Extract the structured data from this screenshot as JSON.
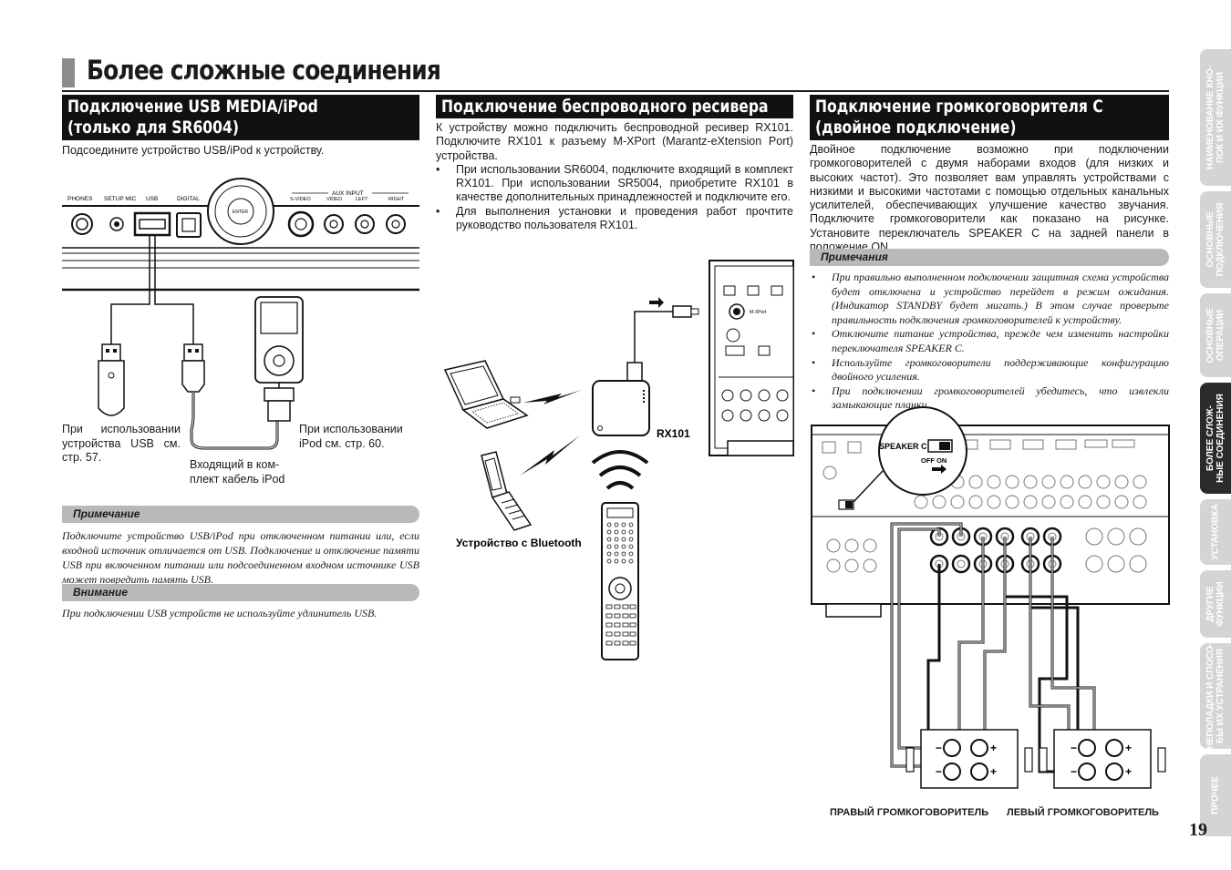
{
  "page": {
    "title": "Более сложные соединения",
    "page_number": "19"
  },
  "usb": {
    "heading_line1": "Подключение USB MEDIA/iPod",
    "heading_line2": "(только для SR6004)",
    "intro": "Подсоедините устройство USB/iPod к устройству.",
    "panel_labels": [
      "PHONES",
      "SETUP MIC",
      "USB",
      "DIGITAL",
      "AUX INPUT",
      "S-VIDEO",
      "VIDEO",
      "LEFT",
      "RIGHT",
      "ENTER"
    ],
    "label_usb_line1": "При использовании",
    "label_usb_line2": "устройства USB см.",
    "label_usb_line3": "стр. 57.",
    "label_ipod_line1": "При использовании",
    "label_ipod_line2": "iPod см. стр. 60.",
    "label_cable_line1": "Входящий в ком-",
    "label_cable_line2": "плект кабель iPod",
    "note_title": "Примечание",
    "note_text": "Подключите устройство USB/iPod при отключенном питании или, если входной источник отличается от USB. Подключение и отключение памяти USB при включенном питании или подсоединенном входном источнике USB может повредить память USB.",
    "caution_title": "Внимание",
    "caution_text": "При подключении USB устройств не используйте удлинитель USB."
  },
  "wireless": {
    "heading": "Подключение беспроводного ресивера",
    "intro": "К устройству можно подключить беспроводной ресивер RX101. Подключите RX101 к разъему M-XPort (Marantz-eXtension Port) устройства.",
    "bullets": [
      "При использовании SR6004, подключите входящий в комплект RX101. При использовании SR5004, приобретите RX101 в качестве дополнительных принадлежностей и подключите его.",
      "Для выполнения установки и проведения работ прочтите руководство пользователя RX101."
    ],
    "rx101_label": "RX101",
    "bluetooth_label": "Устройство с Bluetooth",
    "port_label": "M-XPort"
  },
  "speaker_c": {
    "heading_line1": "Подключение громкоговорителя C",
    "heading_line2": "(двойное подключение)",
    "intro": "Двойное подключение возможно при подключении громкоговорителей с двумя наборами входов (для низких и высоких частот). Это позволяет вам управлять устройствами с низкими и высокими частотами с помощью отдельных канальных усилителей, обеспечивающих улучшение качество звучания. Подключите громкоговорители как показано на рисунке. Установите переключатель SPEAKER C на задней панели в положение ON.",
    "notes_title": "Примечания",
    "notes": [
      "При правильно выполненном подключении защитная схема устройства будет отключена и устройство перейдет в режим ожидания. (Индикатор STANDBY будет мигать.) В этом случае проверьте правильность подключения громкоговорителей к устройству.",
      "Отключите питание устройства, прежде чем изменить настройки переключателя SPEAKER C.",
      "Используйте громкоговорители поддерживающие конфигурацию двойного усиления.",
      "При подключении громкоговорителей убедитесь, что извлекли замыкающие планки."
    ],
    "switch_label": "SPEAKER C",
    "switch_states": "OFF ON",
    "right_speaker_label": "ПРАВЫЙ ГРОМКОГОВОРИТЕЛЬ",
    "left_speaker_label": "ЛЕВЫЙ ГРОМКОГОВОРИТЕЛЬ"
  },
  "side_tabs": [
    {
      "label": "НАИМЕНОВАНИЕ КНО-\nПОК И ИХ ФУНКЦИИ",
      "active": false
    },
    {
      "label": "ОСНОВНЫЕ\nПОДКЛЮЧЕНИЯ",
      "active": false
    },
    {
      "label": "ОСНОВНЫЕ\nОПЕРАЦИИ",
      "active": false
    },
    {
      "label": "БОЛЕЕ СЛОЖ-\nНЫЕ СОЕДИНЕНИЯ",
      "active": true
    },
    {
      "label": "УСТАНОВКА",
      "active": false
    },
    {
      "label": "ДРУГИЕ\nФУНКЦИИ",
      "active": false
    },
    {
      "label": "НЕПОЛАДКИ И СПОСО-\nБЫ ИХ УСТРАНЕНИЯ",
      "active": false
    },
    {
      "label": "ПРОЧЕЕ",
      "active": false
    }
  ],
  "colors": {
    "heading_bg": "#111111",
    "note_bar": "#b9b9b9",
    "tab_inactive": "#d4d4d4",
    "tab_active": "#2b2b2b"
  }
}
